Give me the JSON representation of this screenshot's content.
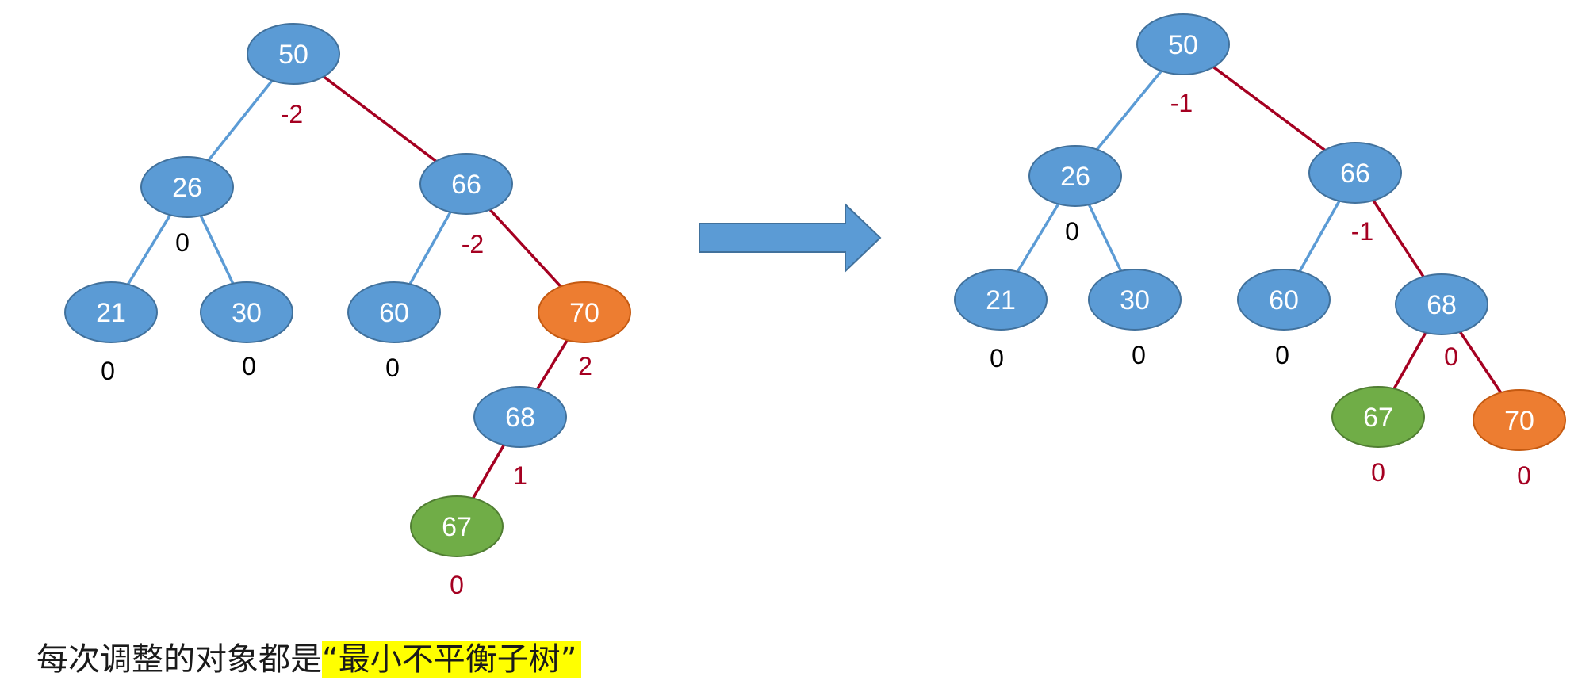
{
  "colors": {
    "node_default": "#5b9bd5",
    "node_border": "#41719c",
    "node_unbalanced": "#ed7d31",
    "node_unbalanced_border": "#c55a11",
    "node_inserted": "#70ad47",
    "node_inserted_border": "#507e32",
    "edge_normal": "#5b9bd5",
    "edge_path": "#a50021",
    "bf_path": "#a50021",
    "bf_normal": "#000000",
    "arrow": "#5b9bd5",
    "highlight": "#ffff00"
  },
  "trees": [
    {
      "name": "before",
      "nodes": [
        {
          "id": "50",
          "label": "50",
          "bf": "-2",
          "state": "default",
          "bf_color": "path"
        },
        {
          "id": "26",
          "label": "26",
          "bf": "0",
          "state": "default",
          "bf_color": "normal"
        },
        {
          "id": "66",
          "label": "66",
          "bf": "-2",
          "state": "default",
          "bf_color": "path"
        },
        {
          "id": "21",
          "label": "21",
          "bf": "0",
          "state": "default",
          "bf_color": "normal"
        },
        {
          "id": "30",
          "label": "30",
          "bf": "0",
          "state": "default",
          "bf_color": "normal"
        },
        {
          "id": "60",
          "label": "60",
          "bf": "0",
          "state": "default",
          "bf_color": "normal"
        },
        {
          "id": "70",
          "label": "70",
          "bf": "2",
          "state": "unbalanced",
          "bf_color": "path"
        },
        {
          "id": "68",
          "label": "68",
          "bf": "1",
          "state": "default",
          "bf_color": "path"
        },
        {
          "id": "67",
          "label": "67",
          "bf": "0",
          "state": "inserted",
          "bf_color": "path"
        }
      ],
      "edges": [
        {
          "from": "50",
          "to": "26",
          "kind": "normal"
        },
        {
          "from": "50",
          "to": "66",
          "kind": "path"
        },
        {
          "from": "26",
          "to": "21",
          "kind": "normal"
        },
        {
          "from": "26",
          "to": "30",
          "kind": "normal"
        },
        {
          "from": "66",
          "to": "60",
          "kind": "normal"
        },
        {
          "from": "66",
          "to": "70",
          "kind": "path"
        },
        {
          "from": "70",
          "to": "68",
          "kind": "path"
        },
        {
          "from": "68",
          "to": "67",
          "kind": "path"
        }
      ]
    },
    {
      "name": "after",
      "nodes": [
        {
          "id": "50",
          "label": "50",
          "bf": "-1",
          "state": "default",
          "bf_color": "path"
        },
        {
          "id": "26",
          "label": "26",
          "bf": "0",
          "state": "default",
          "bf_color": "normal"
        },
        {
          "id": "66",
          "label": "66",
          "bf": "-1",
          "state": "default",
          "bf_color": "path"
        },
        {
          "id": "21",
          "label": "21",
          "bf": "0",
          "state": "default",
          "bf_color": "normal"
        },
        {
          "id": "30",
          "label": "30",
          "bf": "0",
          "state": "default",
          "bf_color": "normal"
        },
        {
          "id": "60",
          "label": "60",
          "bf": "0",
          "state": "default",
          "bf_color": "normal"
        },
        {
          "id": "68",
          "label": "68",
          "bf": "0",
          "state": "default",
          "bf_color": "path"
        },
        {
          "id": "67",
          "label": "67",
          "bf": "0",
          "state": "inserted",
          "bf_color": "path"
        },
        {
          "id": "70",
          "label": "70",
          "bf": "0",
          "state": "unbalanced",
          "bf_color": "path"
        }
      ],
      "edges": [
        {
          "from": "50",
          "to": "26",
          "kind": "normal"
        },
        {
          "from": "50",
          "to": "66",
          "kind": "path"
        },
        {
          "from": "26",
          "to": "21",
          "kind": "normal"
        },
        {
          "from": "26",
          "to": "30",
          "kind": "normal"
        },
        {
          "from": "66",
          "to": "60",
          "kind": "normal"
        },
        {
          "from": "66",
          "to": "68",
          "kind": "path"
        },
        {
          "from": "68",
          "to": "67",
          "kind": "path"
        },
        {
          "from": "68",
          "to": "70",
          "kind": "path"
        }
      ]
    }
  ],
  "caption": {
    "prefix": "每次调整的对象都是",
    "highlight": "“最小不平衡子树”"
  }
}
